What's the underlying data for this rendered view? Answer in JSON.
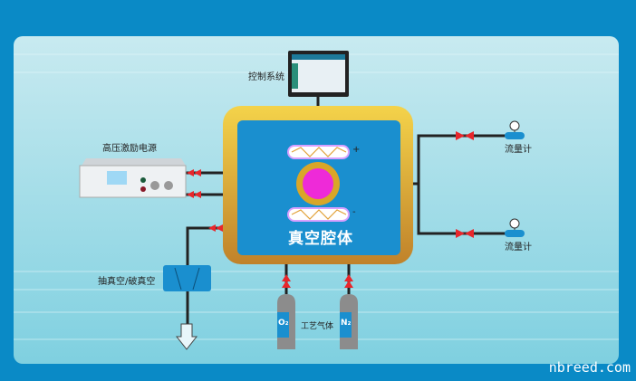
{
  "labels": {
    "control_system": "控制系统",
    "power_supply": "高压激励电源",
    "chamber": "真空腔体",
    "flow_meter_1": "流量计",
    "flow_meter_2": "流量计",
    "vacuum_valve": "抽真空/破真空",
    "process_gas": "工艺气体",
    "gas_o2": "O₂",
    "gas_n2": "N₂",
    "electrode_plus": "+",
    "electrode_minus": "-"
  },
  "watermark": "nbreed.com",
  "colors": {
    "background": "#0a8ac6",
    "chamber_frame": "#d9a628",
    "chamber_inner": "#1a8fcf",
    "valve": "#e8262b",
    "sample": "#ee2ad8"
  }
}
